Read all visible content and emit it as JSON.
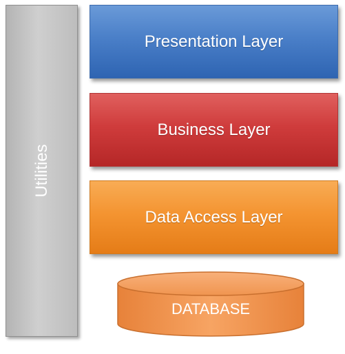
{
  "utilities": {
    "label": "Utilities"
  },
  "layers": {
    "presentation": {
      "label": "Presentation Layer"
    },
    "business": {
      "label": "Business Layer"
    },
    "data_access": {
      "label": "Data Access Layer"
    }
  },
  "database": {
    "label": "DATABASE"
  },
  "colors": {
    "utilities": "#c4c4c4",
    "presentation": "#4a7fc8",
    "business": "#cf3c3c",
    "data_access": "#f49431",
    "database": "#f0944e"
  }
}
